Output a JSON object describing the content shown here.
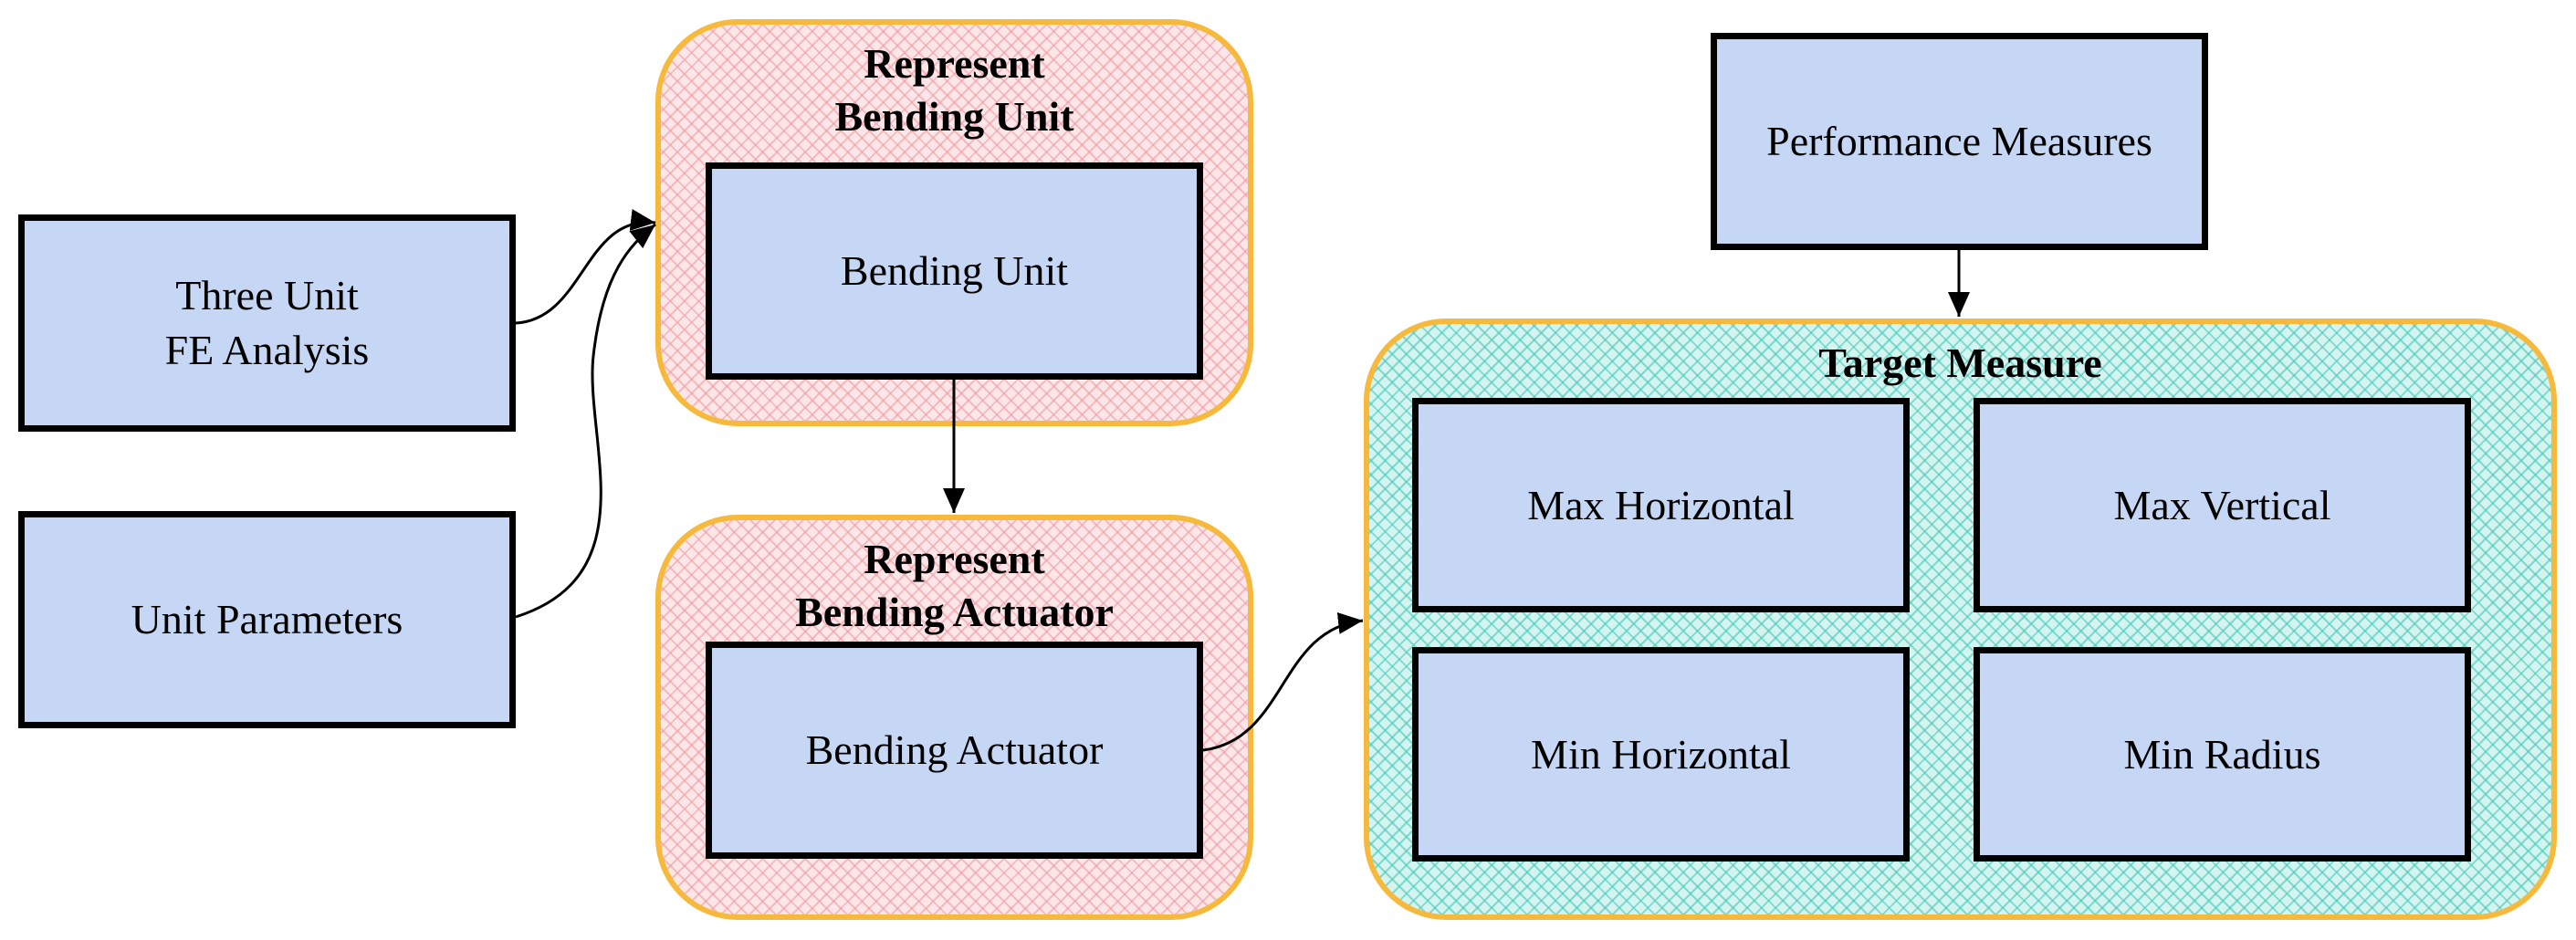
{
  "groups": {
    "represent_bending_unit": {
      "title": "Represent\nBending Unit"
    },
    "represent_bending_actuator": {
      "title": "Represent\nBending Actuator"
    },
    "target_measure": {
      "title": "Target Measure"
    }
  },
  "nodes": {
    "three_unit_fe_analysis": "Three Unit\nFE Analysis",
    "unit_parameters": "Unit Parameters",
    "bending_unit": "Bending Unit",
    "bending_actuator": "Bending Actuator",
    "performance_measures": "Performance Measures",
    "max_horizontal": "Max Horizontal",
    "max_vertical": "Max Vertical",
    "min_horizontal": "Min Horizontal",
    "min_radius": "Min Radius"
  },
  "edges": [
    {
      "from": "three_unit_fe_analysis",
      "to": "represent_bending_unit"
    },
    {
      "from": "unit_parameters",
      "to": "represent_bending_unit"
    },
    {
      "from": "bending_unit",
      "to": "represent_bending_actuator"
    },
    {
      "from": "bending_actuator",
      "to": "target_measure"
    },
    {
      "from": "performance_measures",
      "to": "target_measure"
    }
  ],
  "colors": {
    "node_fill": "#C5D7F4",
    "group_border": "#F6B93B",
    "pink_group_fill": "#FDE6E8",
    "teal_group_fill": "#D3F4EF",
    "edge": "#000000"
  }
}
